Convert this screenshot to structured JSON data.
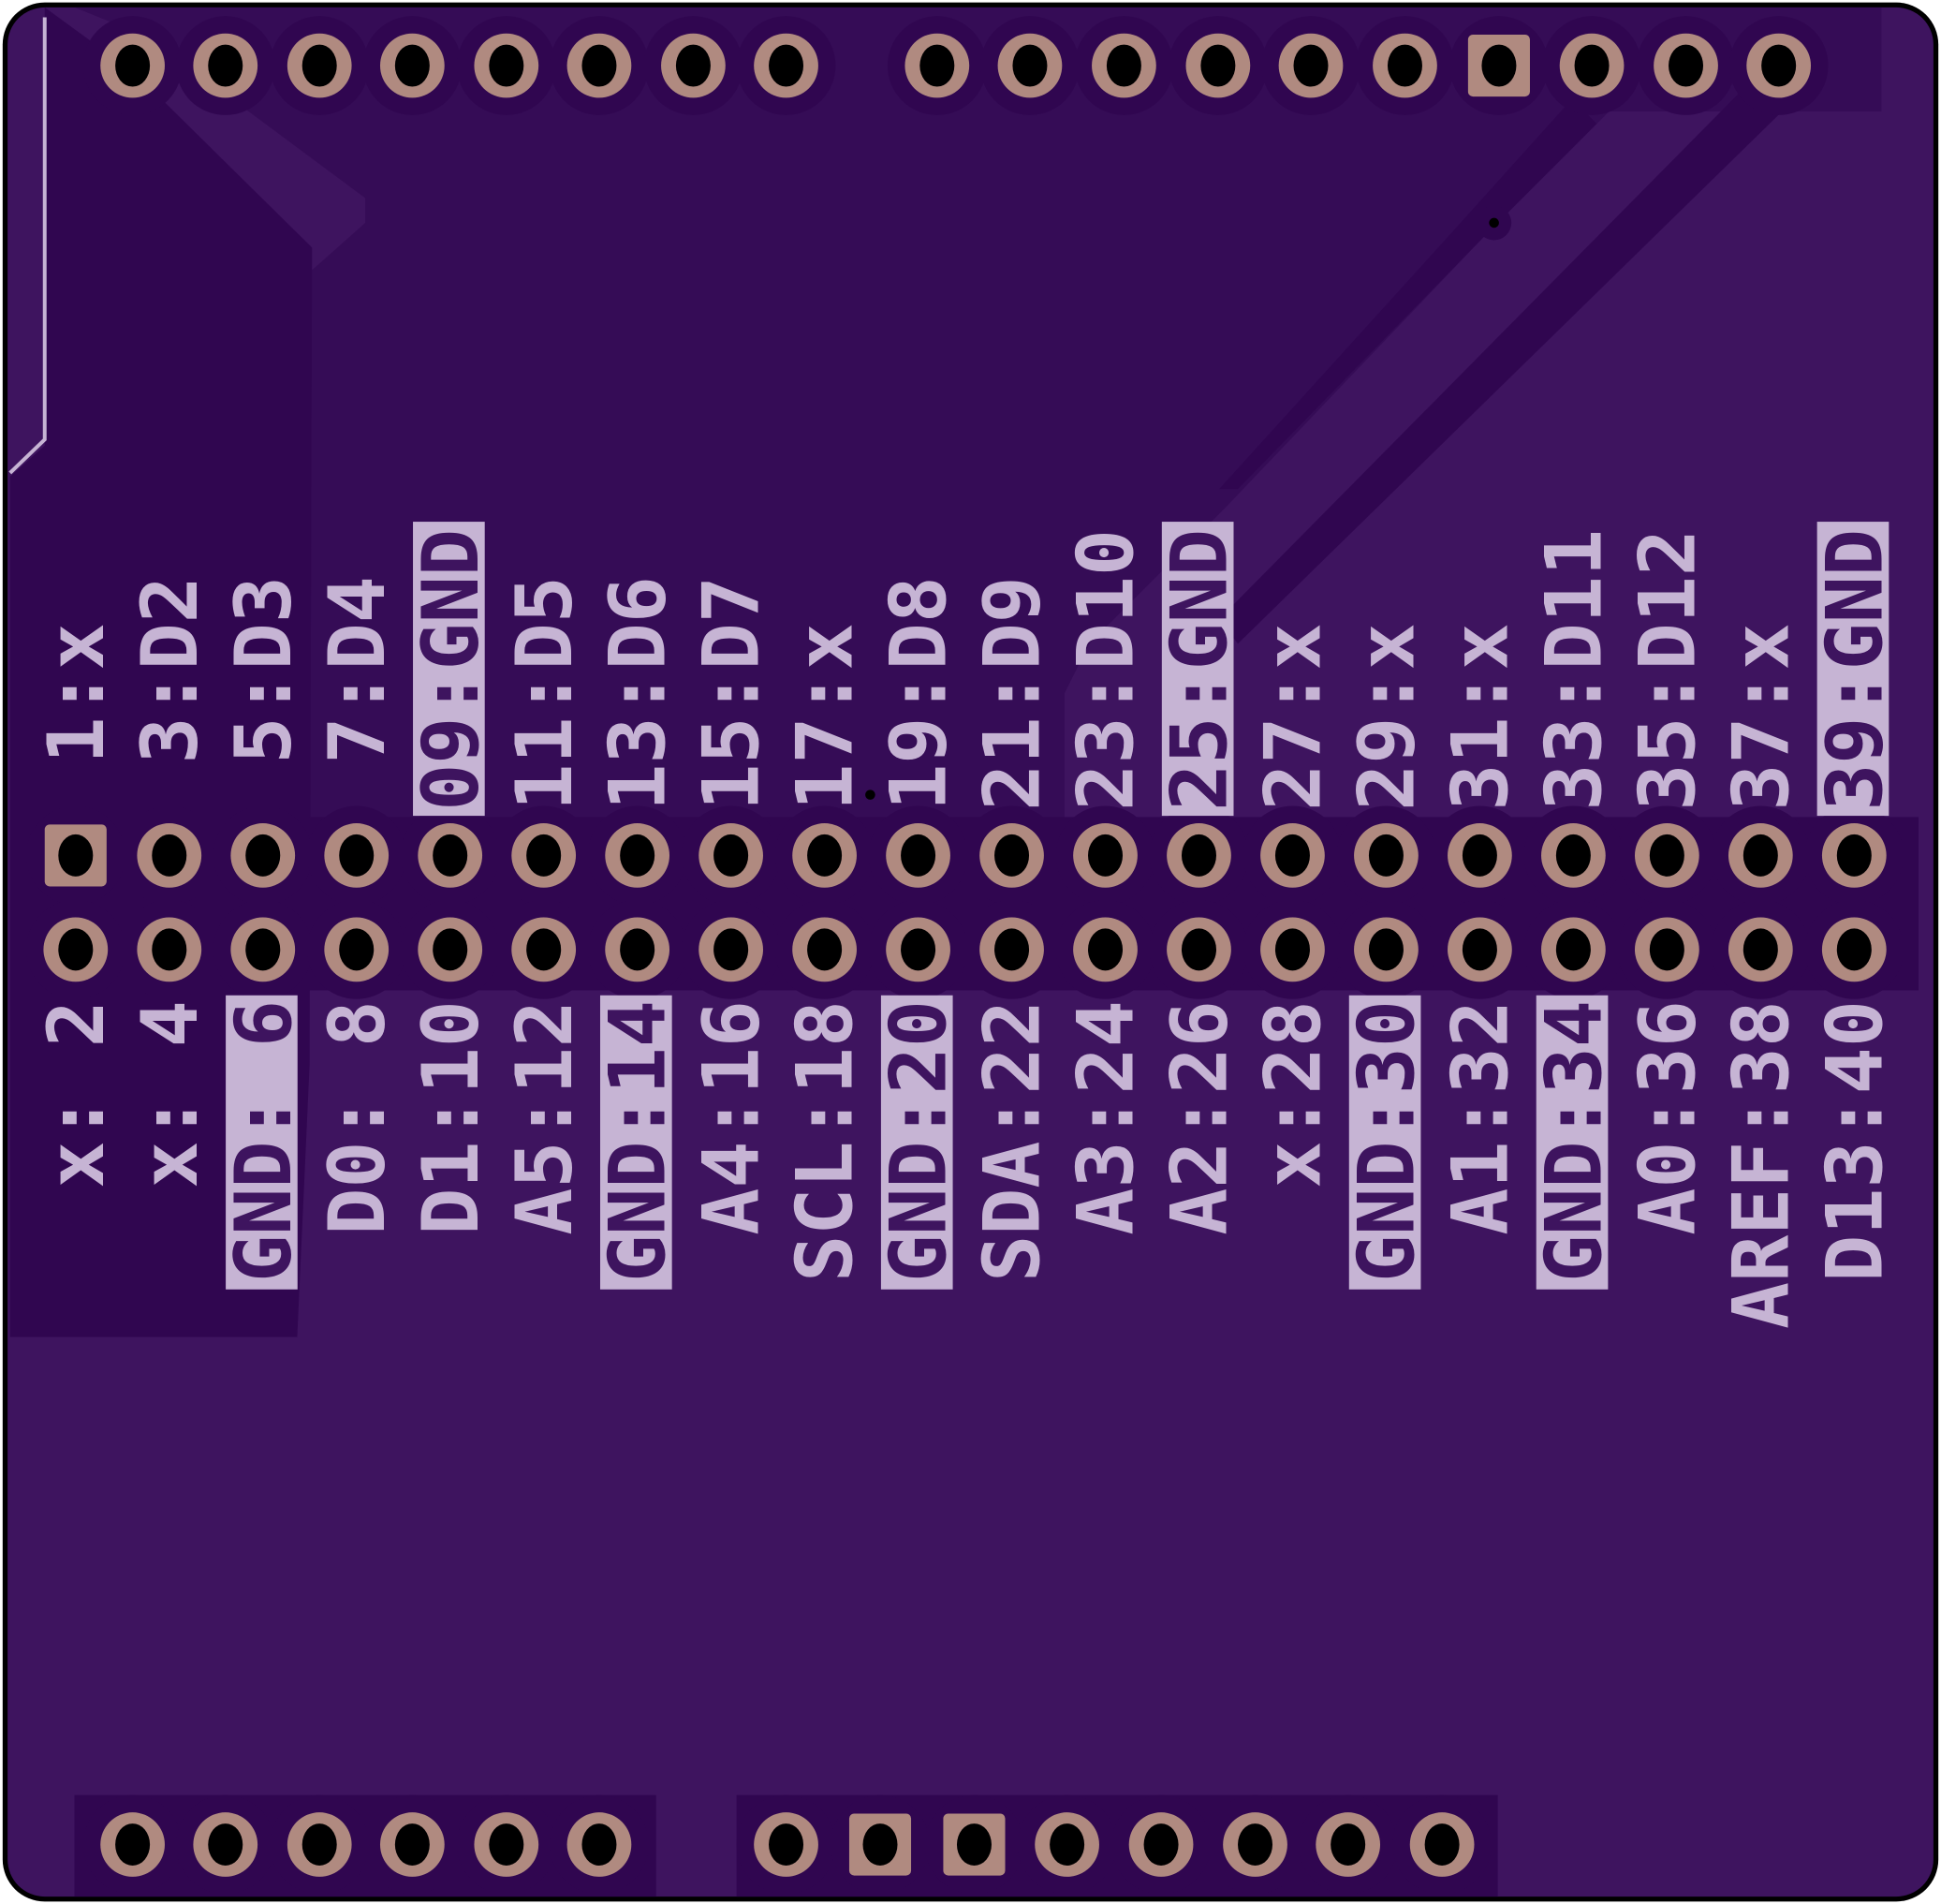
{
  "colors": {
    "board": "#3e145f",
    "pour": "#300650",
    "pad": "#b08a80",
    "hole": "#000000",
    "silk": "#c6b4d4",
    "outline": "#000000"
  },
  "header": {
    "odd_labels": [
      {
        "text": " 1:x",
        "highlight": false
      },
      {
        "text": " 3:D2",
        "highlight": false
      },
      {
        "text": " 5:D3",
        "highlight": false
      },
      {
        "text": " 7:D4",
        "highlight": false
      },
      {
        "text": "09:GND",
        "highlight": true
      },
      {
        "text": "11:D5",
        "highlight": false
      },
      {
        "text": "13:D6",
        "highlight": false
      },
      {
        "text": "15:D7",
        "highlight": false
      },
      {
        "text": "17:x",
        "highlight": false
      },
      {
        "text": "19:D8",
        "highlight": false
      },
      {
        "text": "21:D9",
        "highlight": false
      },
      {
        "text": "23:D10",
        "highlight": false
      },
      {
        "text": "25:GND",
        "highlight": true
      },
      {
        "text": "27:x",
        "highlight": false
      },
      {
        "text": "29:x",
        "highlight": false
      },
      {
        "text": "31:x",
        "highlight": false
      },
      {
        "text": "33:D11",
        "highlight": false
      },
      {
        "text": "35:D12",
        "highlight": false
      },
      {
        "text": "37:x",
        "highlight": false
      },
      {
        "text": "39:GND",
        "highlight": true
      }
    ],
    "even_labels": [
      {
        "text": "x: 2",
        "highlight": false
      },
      {
        "text": "x: 4",
        "highlight": false
      },
      {
        "text": "GND: 6",
        "highlight": true
      },
      {
        "text": "D0: 8",
        "highlight": false
      },
      {
        "text": "D1:10",
        "highlight": false
      },
      {
        "text": "A5:12",
        "highlight": false
      },
      {
        "text": "GND:14",
        "highlight": true
      },
      {
        "text": "A4:16",
        "highlight": false
      },
      {
        "text": "SCL:18",
        "highlight": false
      },
      {
        "text": "GND:20",
        "highlight": true
      },
      {
        "text": "SDA:22",
        "highlight": false
      },
      {
        "text": "A3:24",
        "highlight": false
      },
      {
        "text": "A2:26",
        "highlight": false
      },
      {
        "text": "x:28",
        "highlight": false
      },
      {
        "text": "GND:30",
        "highlight": true
      },
      {
        "text": "A1:32",
        "highlight": false
      },
      {
        "text": "GND:34",
        "highlight": true
      },
      {
        "text": "A0:36",
        "highlight": false
      },
      {
        "text": "AREF:38",
        "highlight": false
      },
      {
        "text": "D13:40",
        "highlight": false
      }
    ]
  }
}
